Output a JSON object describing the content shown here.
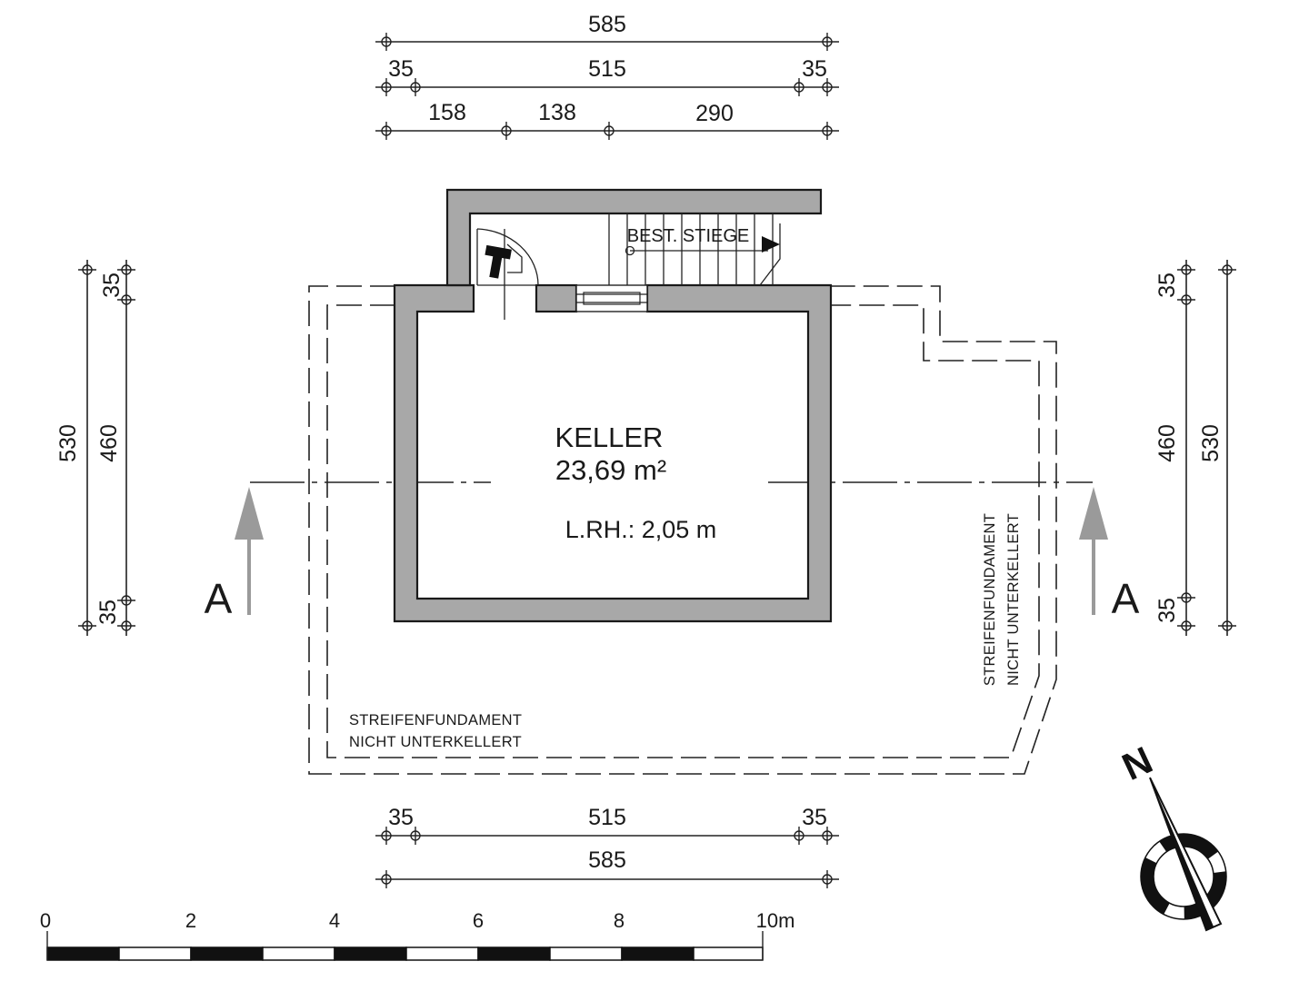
{
  "dimensions": {
    "top_total": "585",
    "top_left_wall": "35",
    "top_inner": "515",
    "top_right_wall": "35",
    "top_seg1": "158",
    "top_seg2": "138",
    "top_seg3": "290",
    "bottom_left_wall": "35",
    "bottom_inner": "515",
    "bottom_right_wall": "35",
    "bottom_total": "585",
    "left_top_wall": "35",
    "left_total": "530",
    "left_inner": "460",
    "left_bottom_wall": "35",
    "right_top_wall": "35",
    "right_inner": "460",
    "right_total": "530",
    "right_bottom_wall": "35"
  },
  "room": {
    "name": "KELLER",
    "area": "23,69 m²",
    "clear_height": "L.RH.: 2,05 m"
  },
  "stair_label": "BEST. STIEGE",
  "foundation_notes": {
    "bottom_line1": "STREIFENFUNDAMENT",
    "bottom_line2": "NICHT UNTERKELLERT",
    "right_line1": "STREIFENFUNDAMENT",
    "right_line2": "NICHT UNTERKELLERT"
  },
  "section_marker": {
    "left": "A",
    "right": "A"
  },
  "north_label": "N",
  "scale_bar": {
    "labels": [
      "0",
      "2",
      "4",
      "6",
      "8",
      "10m"
    ]
  }
}
